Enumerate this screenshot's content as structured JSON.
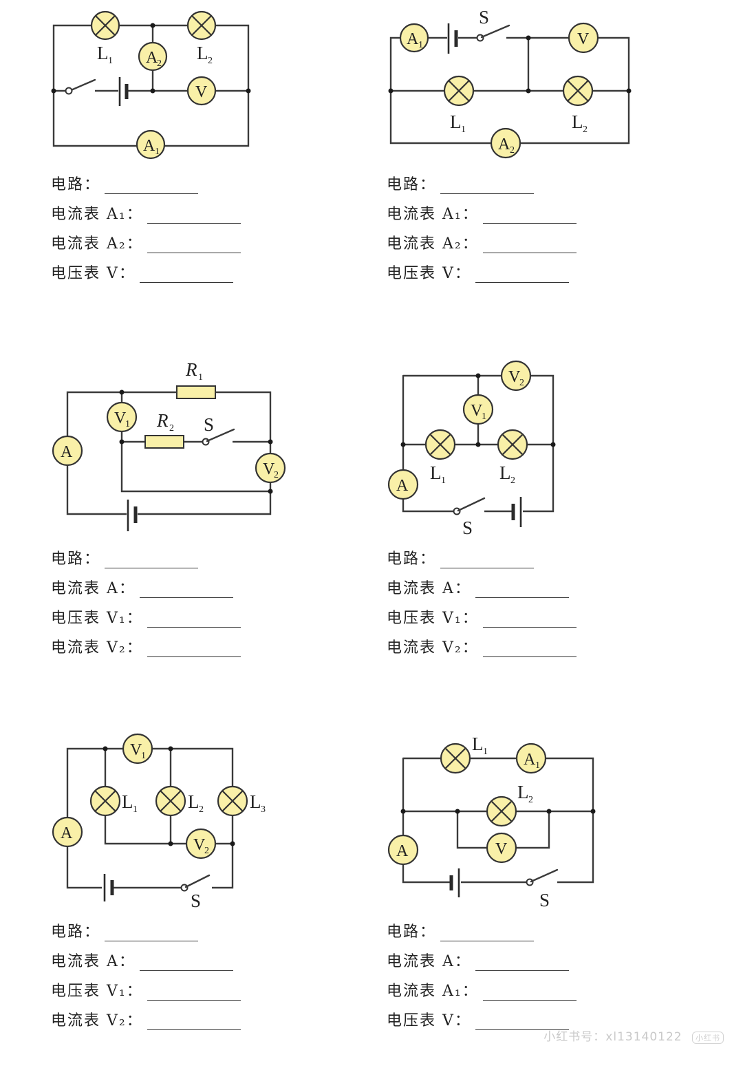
{
  "panels": [
    {
      "id": "p1",
      "questions": [
        {
          "label": "电路："
        },
        {
          "label": "电流表 A₁："
        },
        {
          "label": "电流表 A₂："
        },
        {
          "label": "电压表 V："
        }
      ]
    },
    {
      "id": "p2",
      "questions": [
        {
          "label": "电路："
        },
        {
          "label": "电流表 A₁："
        },
        {
          "label": "电流表 A₂："
        },
        {
          "label": "电压表 V："
        }
      ]
    },
    {
      "id": "p3",
      "questions": [
        {
          "label": "电路："
        },
        {
          "label": "电流表 A："
        },
        {
          "label": "电压表 V₁："
        },
        {
          "label": "电流表 V₂："
        }
      ]
    },
    {
      "id": "p4",
      "questions": [
        {
          "label": "电路："
        },
        {
          "label": "电流表 A："
        },
        {
          "label": "电压表 V₁："
        },
        {
          "label": "电流表 V₂："
        }
      ]
    },
    {
      "id": "p5",
      "questions": [
        {
          "label": "电路："
        },
        {
          "label": "电流表 A："
        },
        {
          "label": "电压表 V₁："
        },
        {
          "label": "电流表 V₂："
        }
      ]
    },
    {
      "id": "p6",
      "questions": [
        {
          "label": "电路："
        },
        {
          "label": "电流表 A："
        },
        {
          "label": "电流表 A₁："
        },
        {
          "label": "电压表 V："
        }
      ]
    }
  ],
  "components": {
    "L": "L",
    "A": "A",
    "V": "V",
    "R": "R",
    "S": "S",
    "sub1": "1",
    "sub2": "2",
    "sub3": "3"
  },
  "watermark": {
    "text": "小红书号：xl13140122",
    "badge": "小红书"
  },
  "colors": {
    "meter_fill": "#f9f0a8",
    "wire": "#3a3a3a"
  }
}
